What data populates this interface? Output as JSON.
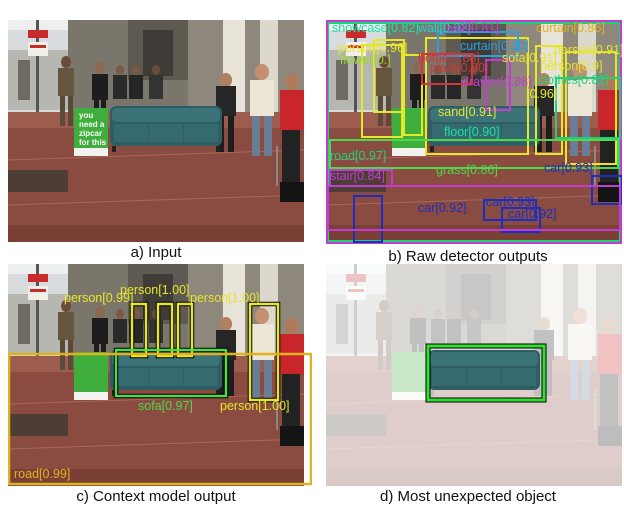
{
  "captions": {
    "a": "a) Input",
    "b": "b) Raw detector outputs",
    "c": "c) Context model output",
    "d": "d) Most unexpected object"
  },
  "sign_text": [
    "you",
    "need a",
    "zipcar",
    "for this"
  ],
  "colors": {
    "background": "#ffffff",
    "sky": "#d8dcde",
    "building": "#7b766c",
    "sidewalk": "#8a4b40",
    "sofa": "#2e5e63",
    "sign": "#3fae3c"
  },
  "raw_detections": [
    {
      "label": "showcase[0.82]",
      "color": "#17e3a0"
    },
    {
      "label": "wall[0.92]",
      "color": "#22d3d3"
    },
    {
      "label": "wall[0.81]",
      "color": "#c23bd2"
    },
    {
      "label": "curtain[0.86]",
      "color": "#e0b21e"
    },
    {
      "label": "curtain[0.90]",
      "color": "#2aa0e0"
    },
    {
      "label": "person[0.9]",
      "color": "#e6e62a"
    },
    {
      "label": "person[0.96]",
      "color": "#e6e62a"
    },
    {
      "label": "flower[0.]",
      "color": "#9ad92a"
    },
    {
      "label": "bottle[0.88]",
      "color": "#d23636"
    },
    {
      "label": "plant[0.90]",
      "color": "#d23636"
    },
    {
      "label": "sofa[0.91]",
      "color": "#e6e62a"
    },
    {
      "label": "drawer[0.88]",
      "color": "#c23bd2"
    },
    {
      "label": "person[0.91]",
      "color": "#e6e62a"
    },
    {
      "label": "clothes[0.82]",
      "color": "#1fd07a"
    },
    {
      "label": "[0.96]",
      "color": "#e6e62a"
    },
    {
      "label": "sand[0.91]",
      "color": "#e6e62a"
    },
    {
      "label": "floor[0.90]",
      "color": "#17e3a0"
    },
    {
      "label": "road[0.97]",
      "color": "#1fd07a"
    },
    {
      "label": "grass[0.86]",
      "color": "#4fd84a"
    },
    {
      "label": "car[0.93]",
      "color": "#1d2fc0"
    },
    {
      "label": "stair[0.84]",
      "color": "#c23bd2"
    },
    {
      "label": "car[0.92]",
      "color": "#1d2fc0"
    },
    {
      "label": "car[0.93]",
      "color": "#1d2fc0"
    },
    {
      "label": "car[0.92]",
      "color": "#1d2fc0"
    }
  ],
  "context_detections": [
    {
      "label": "person[1.00]",
      "color": "#e6e62a"
    },
    {
      "label": "person[0.99]",
      "color": "#e6e62a"
    },
    {
      "label": "person[1.00]",
      "color": "#e6e62a"
    },
    {
      "label": "sofa[0.97]",
      "color": "#4fd84a"
    },
    {
      "label": "person[1.00]",
      "color": "#e6e62a"
    },
    {
      "label": "road[0.99]",
      "color": "#e0b21e"
    }
  ],
  "unexpected_object": {
    "color": "#2fe02f"
  }
}
